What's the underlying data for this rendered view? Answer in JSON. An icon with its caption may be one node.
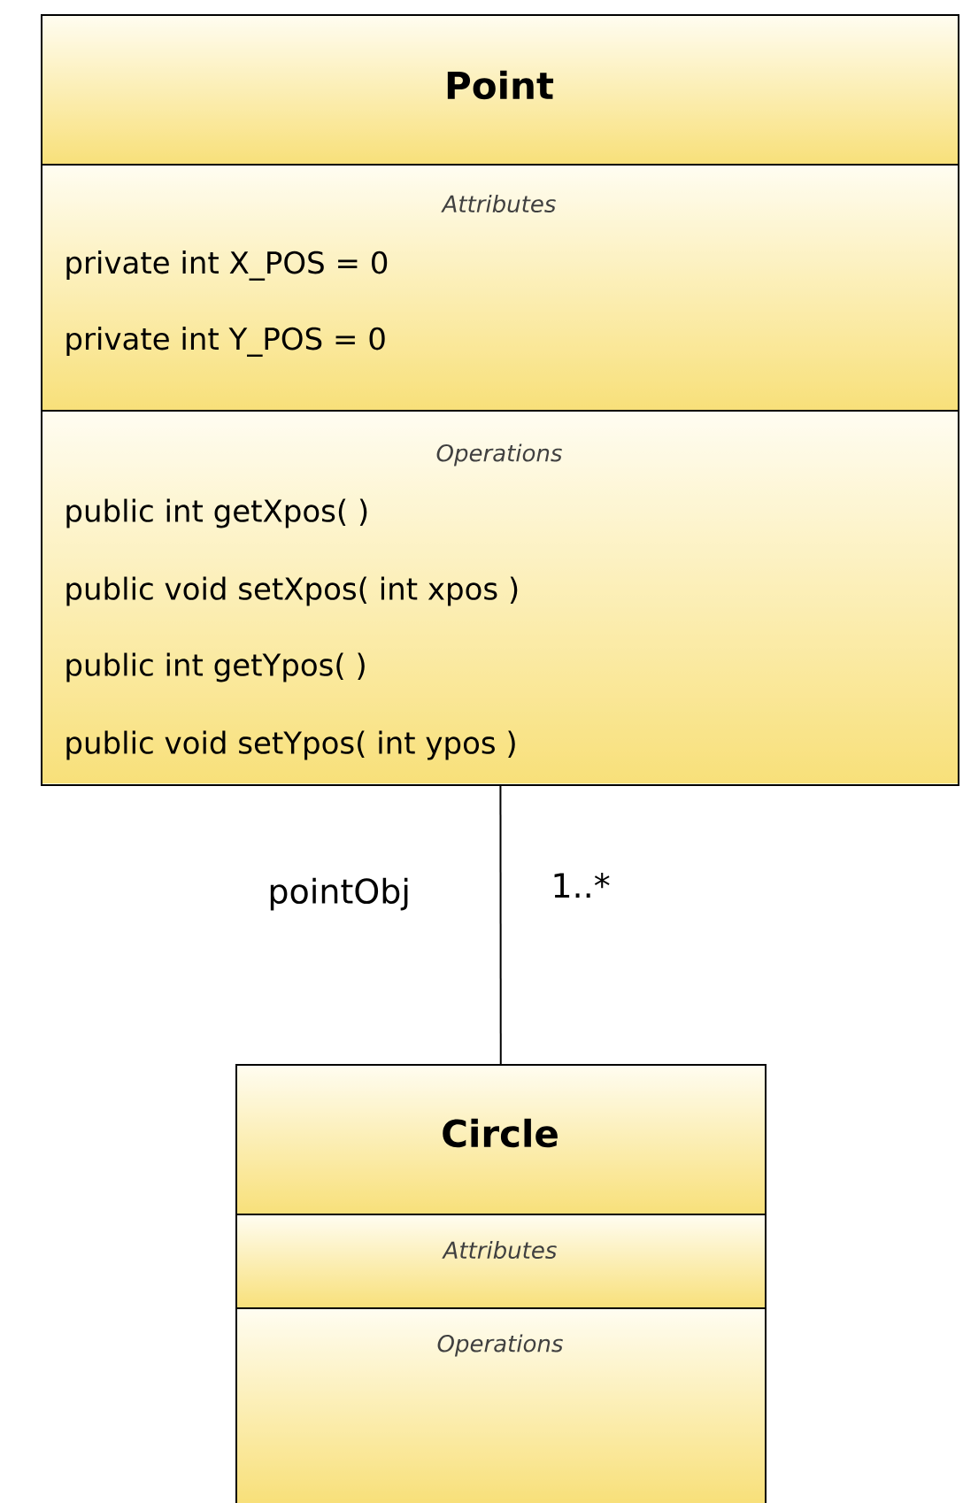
{
  "diagram": {
    "nodes": [
      {
        "text": [
          "Point",
          "Attributes",
          "private int X_POS = 0",
          "private int Y_POS = 0",
          "Operations",
          "public int getXpos( )",
          "public void setXpos( int xpos )",
          "public int getYpos( )",
          "public void setYpos( int ypos )"
        ]
      },
      {
        "text": [
          "Circle",
          "Attributes",
          "Operations"
        ]
      }
    ],
    "edges": [
      {
        "from": 0,
        "to": 1,
        "arrow": "none"
      }
    ],
    "labels": [
      "pointObj",
      "1..*"
    ]
  }
}
